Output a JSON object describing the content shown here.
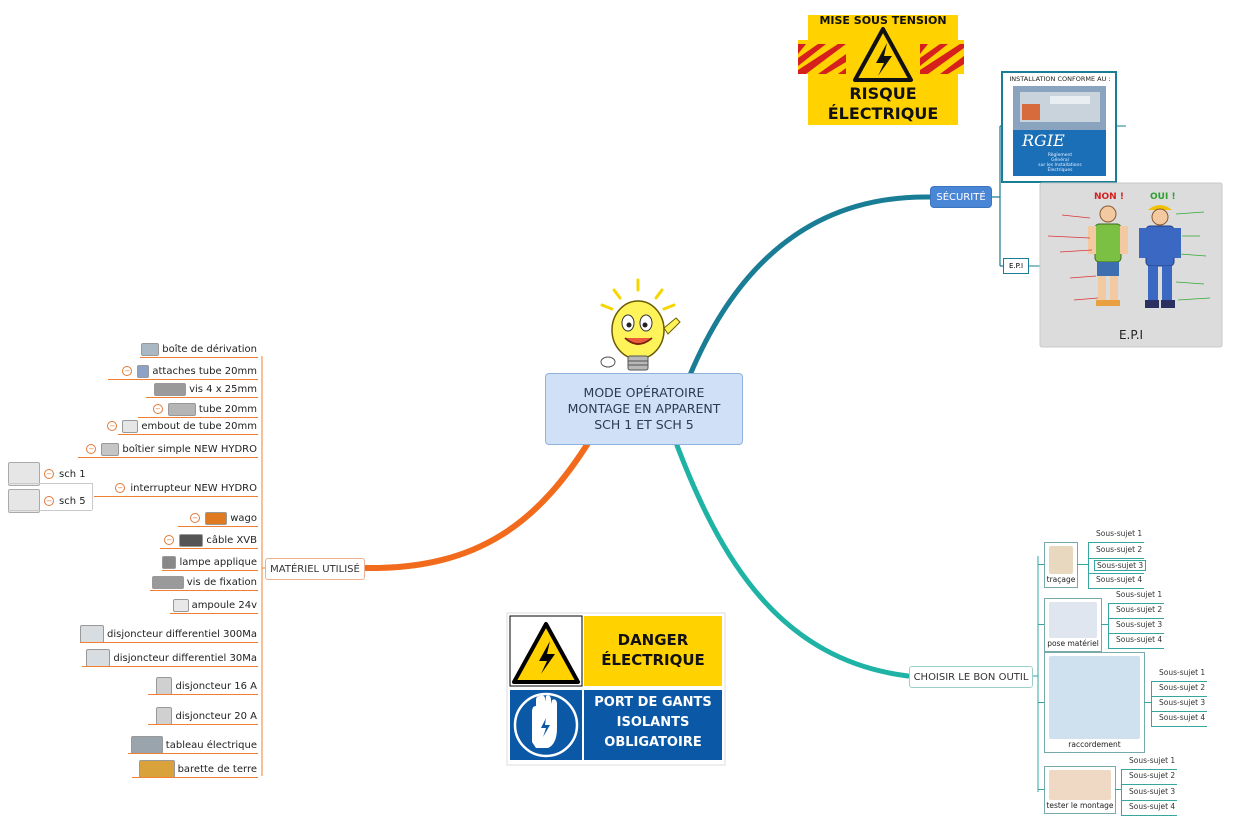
{
  "central": {
    "title": "MODE OPÉRATOIRE\nMONTAGE EN APPARENT\nSCH 1 ET SCH 5"
  },
  "securite": {
    "label": "SÉCURITÉ",
    "rgie": {
      "header": "INSTALLATION CONFORME AU :",
      "logo": "RGIE",
      "subtitle": "Règlement\nGénéral\nsur les Installations\nÉlectriques"
    },
    "epi": {
      "label": "E.P.I",
      "image_caption": "E.P.I",
      "non": "NON !",
      "oui": "OUI !"
    }
  },
  "signs": {
    "top": {
      "line1": "MISE SOUS TENSION",
      "line2": "RISQUE",
      "line3": "ÉLECTRIQUE"
    },
    "bottom": {
      "danger1": "DANGER",
      "danger2": "ÉLECTRIQUE",
      "gants1": "PORT DE GANTS",
      "gants2": "ISOLANTS",
      "gants3": "OBLIGATOIRE"
    }
  },
  "materiel": {
    "label": "MATÉRIEL UTILISÉ",
    "items": [
      {
        "label": "boîte de dérivation",
        "icon": "junction-box-icon"
      },
      {
        "label": "attaches tube 20mm",
        "icon": "tube-clip-icon",
        "collapsible": true
      },
      {
        "label": "vis 4 x 25mm",
        "icon": "screw-icon"
      },
      {
        "label": "tube 20mm",
        "icon": "tube-icon",
        "collapsible": true
      },
      {
        "label": "embout de tube 20mm",
        "icon": "tube-end-icon",
        "collapsible": true
      },
      {
        "label": "boîtier simple NEW HYDRO",
        "icon": "box-icon",
        "collapsible": true
      },
      {
        "label": "interrupteur NEW HYDRO",
        "icon": "switch-icon",
        "collapsible": true,
        "children": [
          "sch 1",
          "sch 5"
        ]
      },
      {
        "label": "wago",
        "icon": "wago-icon",
        "collapsible": true
      },
      {
        "label": "câble XVB",
        "icon": "cable-icon",
        "collapsible": true
      },
      {
        "label": "lampe applique",
        "icon": "wall-lamp-icon"
      },
      {
        "label": "vis de fixation",
        "icon": "screw-icon"
      },
      {
        "label": "ampoule 24v",
        "icon": "bulb-icon"
      },
      {
        "label": "disjoncteur differentiel 300Ma",
        "icon": "rcd-icon"
      },
      {
        "label": "disjoncteur differentiel 30Ma",
        "icon": "rcd-icon"
      },
      {
        "label": "disjoncteur 16 A",
        "icon": "breaker-icon"
      },
      {
        "label": "disjoncteur 20 A",
        "icon": "breaker-icon"
      },
      {
        "label": "tableau électrique",
        "icon": "panel-icon"
      },
      {
        "label": "barette de terre",
        "icon": "earth-bar-icon"
      }
    ]
  },
  "outils": {
    "label": "CHOISIR LE BON OUTIL",
    "groups": [
      {
        "caption": "traçage",
        "subs": [
          "Sous-sujet 1",
          "Sous-sujet 2",
          "Sous-sujet 3",
          "Sous-sujet 4"
        ],
        "selected": 2
      },
      {
        "caption": "pose matériel",
        "subs": [
          "Sous-sujet 1",
          "Sous-sujet 2",
          "Sous-sujet 3",
          "Sous-sujet 4"
        ]
      },
      {
        "caption": "raccordement",
        "subs": [
          "Sous-sujet 1",
          "Sous-sujet 2",
          "Sous-sujet 3",
          "Sous-sujet 4"
        ]
      },
      {
        "caption": "tester le montage",
        "subs": [
          "Sous-sujet 1",
          "Sous-sujet 2",
          "Sous-sujet 3",
          "Sous-sujet 4"
        ]
      }
    ]
  },
  "colors": {
    "orange": "#f26a1b",
    "teal_blue": "#1a7d96",
    "teal": "#1fb3a5",
    "yellow": "#ffd200",
    "danger_blue": "#0b58a6"
  }
}
